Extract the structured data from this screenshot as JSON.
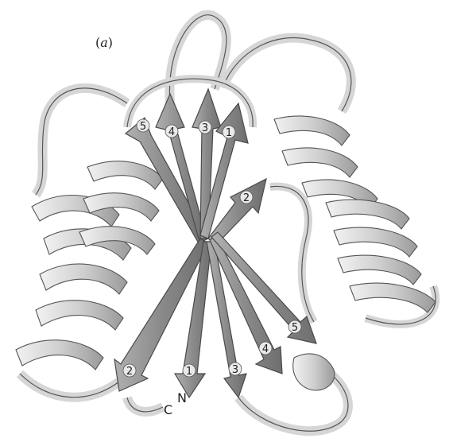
{
  "figure": {
    "panel_label_open": "(",
    "panel_label_letter": "a",
    "panel_label_close": ")",
    "terminus_c": "C",
    "terminus_n": "N",
    "top_strand_numbers": [
      "5",
      "4",
      "3",
      "1"
    ],
    "right_strand_number": "2",
    "bottom_strand_numbers": [
      "2",
      "1",
      "3",
      "4",
      "5"
    ]
  },
  "colors": {
    "ribbon": "#cfcfcf",
    "ribbon_dark": "#9a9a9a",
    "strand": "#8a8a8a",
    "strand_edge": "#4a4a4a",
    "label_fill": "#e9e9e9",
    "outline": "#555555"
  }
}
